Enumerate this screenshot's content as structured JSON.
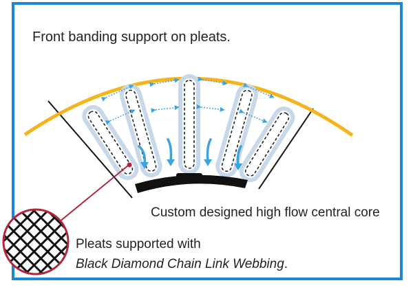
{
  "labels": {
    "front_banding": "Front banding support on pleats.",
    "core": "Custom designed high flow central core",
    "pleats_line1": "Pleats supported with",
    "pleats_line2": "Black Diamond Chain Link Webbing",
    "pleats_period": "."
  },
  "colors": {
    "frame": "#1e88d8",
    "banding": "#f4b41a",
    "pleat_fill": "#c7d8ea",
    "arrow_blue": "#3aa4e0",
    "callout_red": "#b3263a",
    "core": "#111111"
  },
  "icons": [
    "mesh-webbing-icon",
    "flow-arrow-icon",
    "spacing-arrow-icon"
  ]
}
